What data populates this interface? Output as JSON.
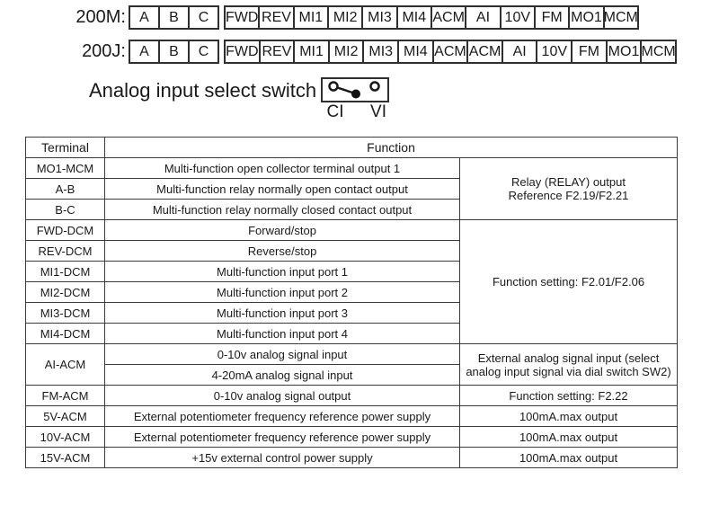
{
  "colors": {
    "text": "#1a1a1a",
    "border": "#3a3a3a",
    "strip_border": "#2f2f2f",
    "background": "#ffffff"
  },
  "strips": [
    {
      "label": "200M:",
      "group_abc": [
        "A",
        "B",
        "C"
      ],
      "group_main": [
        "FWD",
        "REV",
        "MI1",
        "MI2",
        "MI3",
        "MI4",
        "ACM",
        "AI",
        "10V",
        "FM",
        "MO1",
        "MCM"
      ]
    },
    {
      "label": "200J:",
      "group_abc": [
        "A",
        "B",
        "C"
      ],
      "group_main": [
        "FWD",
        "REV",
        "MI1",
        "MI2",
        "MI3",
        "MI4",
        "ACM",
        "ACM",
        "AI",
        "10V",
        "FM",
        "MO1",
        "MCM"
      ]
    }
  ],
  "analog_switch": {
    "label": "Analog input select switch",
    "positions": [
      "CI",
      "VI"
    ]
  },
  "table": {
    "header": {
      "terminal": "Terminal",
      "function": "Function"
    },
    "merged_notes": {
      "relay": "Relay (RELAY) output\nReference F2.19/F2.21",
      "multi_input": "Function setting: F2.01/F2.06",
      "external_analog": "External analog signal input (select\nanalog input signal via dial switch SW2)"
    },
    "rows": [
      {
        "terminal": "MO1-MCM",
        "function": "Multi-function open collector terminal output 1"
      },
      {
        "terminal": "A-B",
        "function": "Multi-function relay normally open contact output"
      },
      {
        "terminal": "B-C",
        "function": "Multi-function relay normally closed contact output"
      },
      {
        "terminal": "FWD-DCM",
        "function": "Forward/stop"
      },
      {
        "terminal": "REV-DCM",
        "function": "Reverse/stop"
      },
      {
        "terminal": "MI1-DCM",
        "function": "Multi-function input port 1"
      },
      {
        "terminal": "MI2-DCM",
        "function": "Multi-function input port 2"
      },
      {
        "terminal": "MI3-DCM",
        "function": "Multi-function input port 3"
      },
      {
        "terminal": "MI4-DCM",
        "function": "Multi-function input port 4"
      },
      {
        "terminal": "AI-ACM",
        "function": "0-10v analog signal input"
      },
      {
        "function": "4-20mA analog signal input"
      },
      {
        "terminal": "FM-ACM",
        "function": "0-10v analog signal output",
        "note": "Function setting: F2.22"
      },
      {
        "terminal": "5V-ACM",
        "function": "External potentiometer frequency reference power supply",
        "note": "100mA.max output"
      },
      {
        "terminal": "10V-ACM",
        "function": "External potentiometer frequency reference power supply",
        "note": "100mA.max output"
      },
      {
        "terminal": "15V-ACM",
        "function": "+15v external control power supply",
        "note": "100mA.max output"
      }
    ]
  }
}
